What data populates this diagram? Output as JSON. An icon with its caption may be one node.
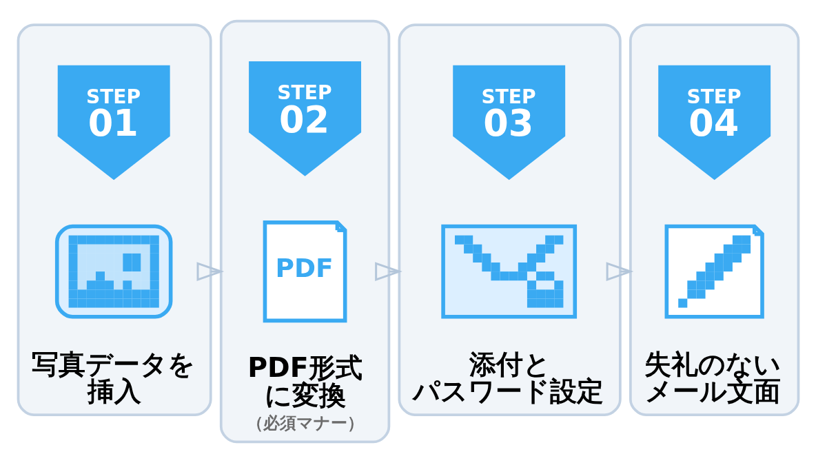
{
  "diagram": {
    "nodes": [
      {
        "text": [
          "写真データを挿入"
        ]
      },
      {
        "text": [
          "STEP 01"
        ],
        "in": 0
      },
      {
        "text": [],
        "shape": "picture",
        "in": 0
      },
      {
        "text": [
          "PDF形式に変換",
          "（必須マナー）"
        ]
      },
      {
        "text": [
          "STEP 02"
        ],
        "in": 3
      },
      {
        "text": [
          "PDF"
        ],
        "in": 3
      },
      {
        "text": [
          "添付とパスワード設定"
        ]
      },
      {
        "text": [
          "STEP 03"
        ],
        "in": 6
      },
      {
        "text": [],
        "shape": "picture",
        "in": 6
      },
      {
        "text": [
          "失礼のないメール文面"
        ]
      },
      {
        "text": [
          "STEP 04"
        ],
        "in": 9
      },
      {
        "text": [],
        "shape": "picture",
        "in": 9
      }
    ],
    "edges": [
      {
        "from": 0,
        "to": 3,
        "arrow": "to"
      },
      {
        "from": 3,
        "to": 6,
        "arrow": "to"
      },
      {
        "from": 6,
        "to": 9,
        "arrow": "to"
      }
    ]
  }
}
